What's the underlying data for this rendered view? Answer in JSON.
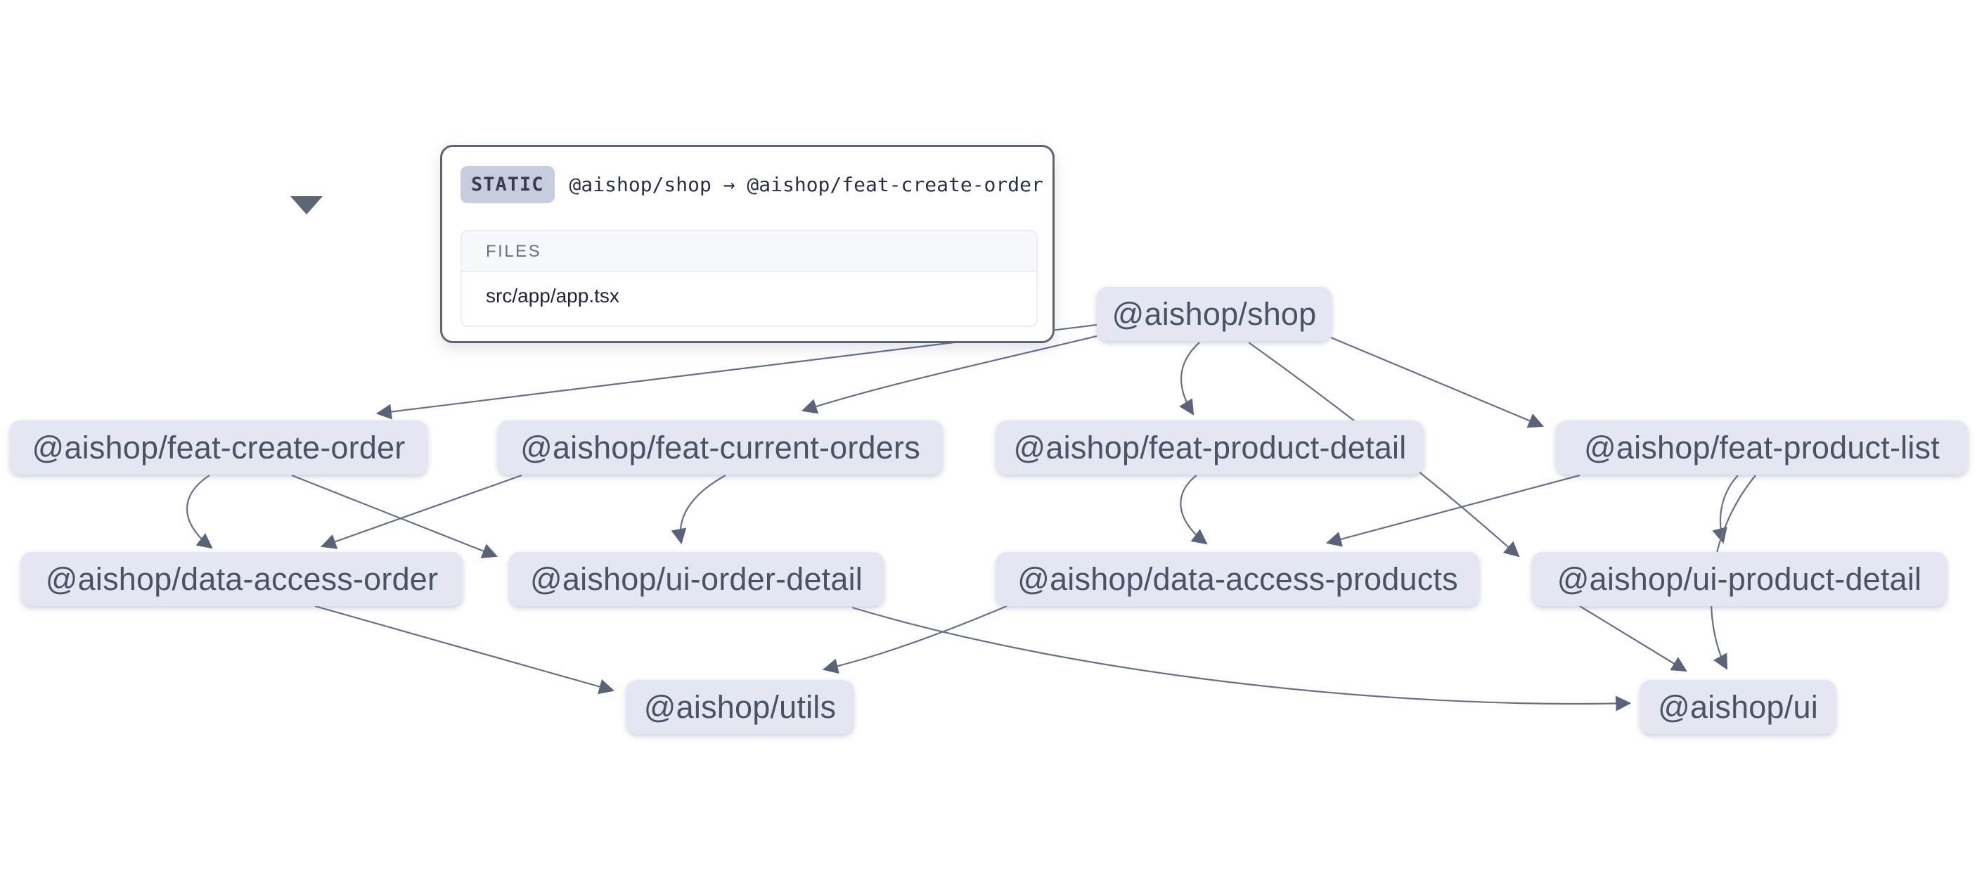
{
  "tooltip": {
    "type_label": "STATIC",
    "edge_label": "@aishop/shop → @aishop/feat-create-order",
    "files_header": "FILES",
    "files": [
      "src/app/app.tsx"
    ]
  },
  "nodes": [
    {
      "id": "shop",
      "label": "@aishop/shop"
    },
    {
      "id": "feat-create-order",
      "label": "@aishop/feat-create-order"
    },
    {
      "id": "feat-current-orders",
      "label": "@aishop/feat-current-orders"
    },
    {
      "id": "feat-product-detail",
      "label": "@aishop/feat-product-detail"
    },
    {
      "id": "feat-product-list",
      "label": "@aishop/feat-product-list"
    },
    {
      "id": "data-access-order",
      "label": "@aishop/data-access-order"
    },
    {
      "id": "ui-order-detail",
      "label": "@aishop/ui-order-detail"
    },
    {
      "id": "data-access-products",
      "label": "@aishop/data-access-products"
    },
    {
      "id": "ui-product-detail",
      "label": "@aishop/ui-product-detail"
    },
    {
      "id": "utils",
      "label": "@aishop/utils"
    },
    {
      "id": "ui",
      "label": "@aishop/ui"
    }
  ],
  "edges": [
    {
      "from": "shop",
      "to": "feat-create-order",
      "type": "static"
    },
    {
      "from": "shop",
      "to": "feat-current-orders",
      "type": "static"
    },
    {
      "from": "shop",
      "to": "feat-product-detail",
      "type": "static"
    },
    {
      "from": "shop",
      "to": "feat-product-list",
      "type": "static"
    },
    {
      "from": "shop",
      "to": "ui-product-detail",
      "type": "static"
    },
    {
      "from": "feat-create-order",
      "to": "data-access-order",
      "type": "static"
    },
    {
      "from": "feat-create-order",
      "to": "ui-order-detail",
      "type": "static"
    },
    {
      "from": "feat-current-orders",
      "to": "data-access-order",
      "type": "static"
    },
    {
      "from": "feat-current-orders",
      "to": "ui-order-detail",
      "type": "static"
    },
    {
      "from": "feat-product-detail",
      "to": "data-access-products",
      "type": "static"
    },
    {
      "from": "feat-product-list",
      "to": "data-access-products",
      "type": "static"
    },
    {
      "from": "feat-product-list",
      "to": "ui-product-detail",
      "type": "static"
    },
    {
      "from": "feat-product-list",
      "to": "ui",
      "type": "static"
    },
    {
      "from": "ui-product-detail",
      "to": "ui",
      "type": "static"
    },
    {
      "from": "ui-order-detail",
      "to": "ui",
      "type": "static"
    },
    {
      "from": "data-access-order",
      "to": "utils",
      "type": "static"
    },
    {
      "from": "data-access-products",
      "to": "utils",
      "type": "static"
    }
  ],
  "colors": {
    "background": "#ffffff",
    "node_background": "#e4e7f1",
    "node_text": "#4b5266",
    "edge_stroke": "#667089",
    "arrowhead": "#5a6378",
    "tooltip_border": "#5d6575",
    "badge_background": "#c7cddf",
    "badge_text": "#343b52",
    "files_header_bg": "#f7f8fc"
  }
}
